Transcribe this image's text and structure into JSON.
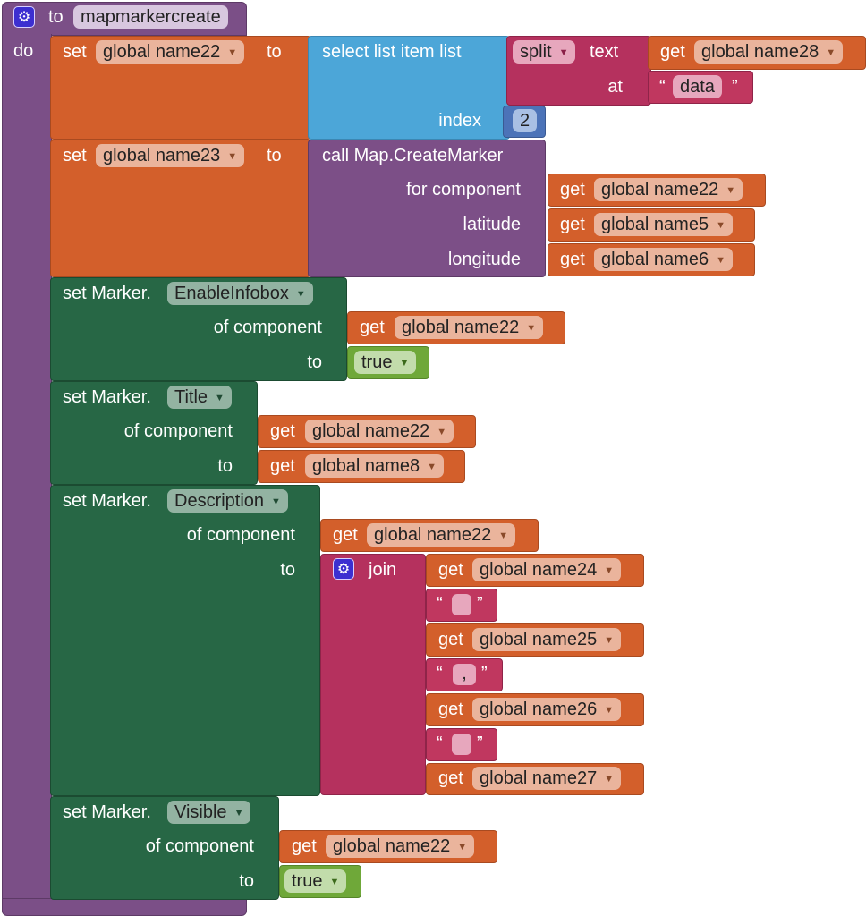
{
  "procedure": {
    "to_label": "to",
    "name": "mapmarkercreate",
    "do_label": "do"
  },
  "block1": {
    "set_label": "set",
    "var": "global name22",
    "to_label": "to",
    "select_label": "select list item  list",
    "index_label": "index",
    "index_value": "2",
    "split_label": "split",
    "text_label": "text",
    "at_label": "at",
    "get_label": "get",
    "text_var": "global name28",
    "at_string": "data",
    "open_quote": "“",
    "close_quote": "”"
  },
  "block2": {
    "set_label": "set",
    "var": "global name23",
    "to_label": "to",
    "call_label": "call Map.CreateMarker",
    "for_component_label": "for component",
    "latitude_label": "latitude",
    "longitude_label": "longitude",
    "get_label": "get",
    "component_var": "global name22",
    "latitude_var": "global name5",
    "longitude_var": "global name6"
  },
  "block3": {
    "set_label": "set Marker.",
    "property": "EnableInfobox",
    "of_component_label": "of component",
    "to_label": "to",
    "get_label": "get",
    "component_var": "global name22",
    "value": "true"
  },
  "block4": {
    "set_label": "set Marker.",
    "property": "Title",
    "of_component_label": "of component",
    "to_label": "to",
    "get_label": "get",
    "component_var": "global name22",
    "value_var": "global name8"
  },
  "block5": {
    "set_label": "set Marker.",
    "property": "Description",
    "of_component_label": "of component",
    "to_label": "to",
    "get_label": "get",
    "component_var": "global name22",
    "join_label": "join",
    "items": [
      {
        "kind": "get",
        "var": "global name24"
      },
      {
        "kind": "string",
        "value": ""
      },
      {
        "kind": "get",
        "var": "global name25"
      },
      {
        "kind": "string",
        "value": ","
      },
      {
        "kind": "get",
        "var": "global name26"
      },
      {
        "kind": "string",
        "value": ""
      },
      {
        "kind": "get",
        "var": "global name27"
      }
    ]
  },
  "block6": {
    "set_label": "set Marker.",
    "property": "Visible",
    "of_component_label": "of component",
    "to_label": "to",
    "get_label": "get",
    "component_var": "global name22",
    "value": "true"
  },
  "icons": {
    "gear": "gear-icon",
    "dropdown": "dropdown-arrow-icon"
  },
  "colors": {
    "procedure": "#7b4f87",
    "variable": "#d35f2b",
    "list": "#4ca6d8",
    "text": "#b5315e",
    "component_call": "#7c4f87",
    "component_set": "#276745",
    "logic": "#6fa839",
    "math": "#4c73b8"
  }
}
